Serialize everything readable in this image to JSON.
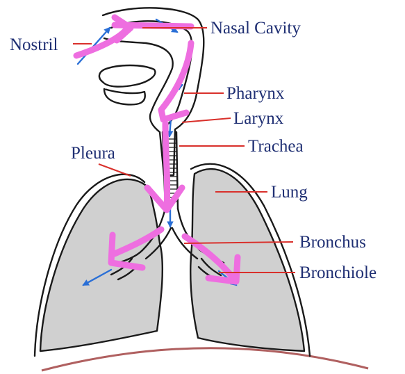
{
  "labels": {
    "nostril": "Nostril",
    "nasal_cavity": "Nasal Cavity",
    "pharynx": "Pharynx",
    "larynx": "Larynx",
    "trachea": "Trachea",
    "pleura": "Pleura",
    "lung": "Lung",
    "bronchus": "Bronchus",
    "bronchiole": "Bronchiole"
  },
  "colors": {
    "label_text": "#1f2f73",
    "leader_lines": "#d9302b",
    "lung_fill": "#d0d0d0",
    "airflow_arrows": "#2a6fd6",
    "annotation_strokes": "#ee6ee0",
    "diaphragm": "#b06060"
  }
}
